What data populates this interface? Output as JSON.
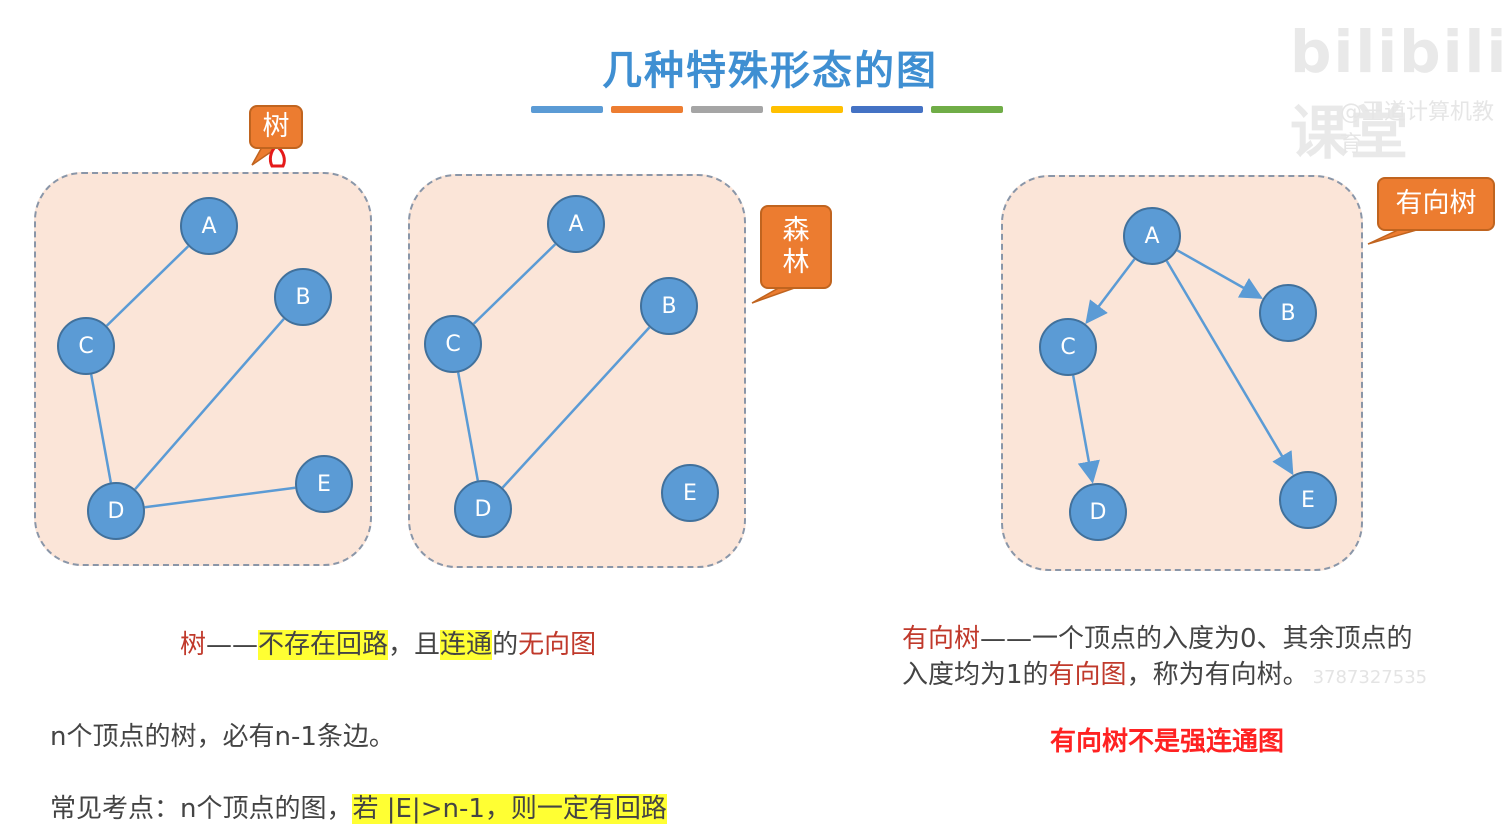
{
  "title": "几种特殊形态的图",
  "accent_bars": [
    "#5b9bd5",
    "#ed7d31",
    "#a5a5a5",
    "#ffc000",
    "#4472c4",
    "#70ad47"
  ],
  "callouts": {
    "tree": "树",
    "forest": "森林",
    "directed_tree": "有向树"
  },
  "graphs": {
    "tree": {
      "nodes": [
        "A",
        "B",
        "C",
        "D",
        "E"
      ],
      "edges": [
        [
          "A",
          "C"
        ],
        [
          "C",
          "D"
        ],
        [
          "D",
          "B"
        ],
        [
          "D",
          "E"
        ]
      ],
      "directed": false
    },
    "forest": {
      "nodes": [
        "A",
        "B",
        "C",
        "D",
        "E"
      ],
      "edges": [
        [
          "A",
          "C"
        ],
        [
          "C",
          "D"
        ],
        [
          "D",
          "B"
        ]
      ],
      "directed": false
    },
    "directed_tree": {
      "nodes": [
        "A",
        "B",
        "C",
        "D",
        "E"
      ],
      "edges": [
        [
          "A",
          "C"
        ],
        [
          "A",
          "B"
        ],
        [
          "A",
          "E"
        ],
        [
          "C",
          "D"
        ]
      ],
      "directed": true
    }
  },
  "text": {
    "tree_def": {
      "term": "树",
      "dash": "——",
      "p1": "不存在回路",
      "p2": "，且",
      "p3": "连通",
      "p4": "的",
      "p5": "无向图"
    },
    "tree_edges": "n个顶点的树，必有n-1条边。",
    "exam_point": {
      "prefix": "常见考点：n个顶点的图，",
      "highlight": "若 |E|>n-1，则一定有回路"
    },
    "directed_def": {
      "term": "有向树",
      "line1_rest": "——一个顶点的入度为0、其余顶点的",
      "line2_a": "入度均为1的",
      "line2_b": "有向图",
      "line2_c": "，称为有向树。"
    },
    "not_strong": "有向树不是强连通图"
  },
  "watermark": {
    "logo": "bilibili课堂",
    "sub": "@王道计算机教育",
    "uid": "3787327535"
  }
}
